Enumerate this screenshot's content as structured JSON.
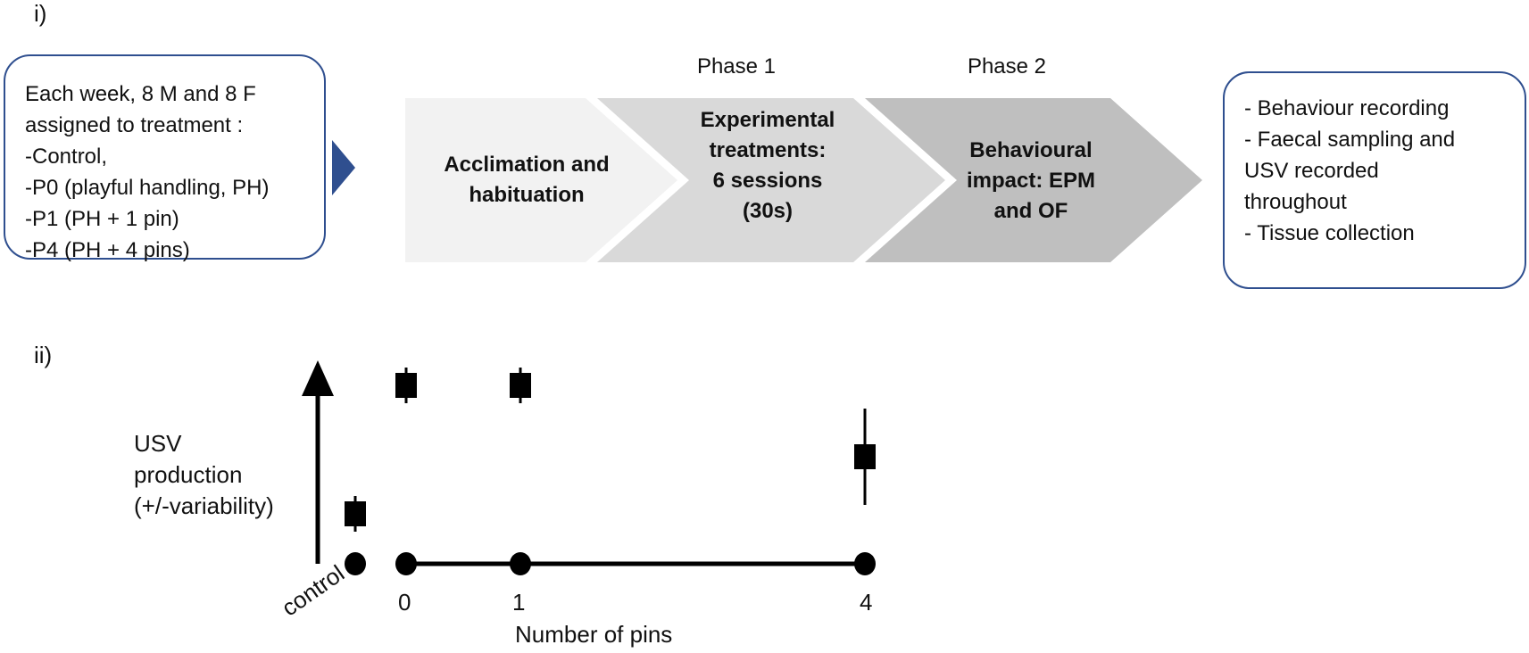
{
  "panel_i": {
    "label": "i)",
    "left_box": {
      "lines": [
        "Each week, 8 M and 8 F",
        "assigned to treatment :",
        "-Control,",
        "-P0 (playful handling, PH)",
        "-P1 (PH + 1 pin)",
        "-P4 (PH + 4 pins)"
      ]
    },
    "stages": [
      {
        "phase": "",
        "lines": [
          "Acclimation and",
          "habituation"
        ],
        "color": "#f2f2f2"
      },
      {
        "phase": "Phase 1",
        "lines": [
          "Experimental",
          "treatments:",
          "6 sessions",
          "(30s)"
        ],
        "color": "#d9d9d9"
      },
      {
        "phase": "Phase 2",
        "lines": [
          "Behavioural",
          "impact: EPM",
          "and OF"
        ],
        "color": "#bfbfbf"
      }
    ],
    "right_box": {
      "lines": [
        "- Behaviour recording",
        "- Faecal sampling and",
        "USV recorded",
        "throughout",
        "- Tissue collection"
      ]
    },
    "arrow_color": "#2f4f8f",
    "border_color": "#2f4f8f"
  },
  "panel_ii": {
    "label": "ii)",
    "ylabel_lines": [
      "USV",
      "production",
      "(+/-variability)"
    ],
    "xlabel": "Number of pins",
    "control_label": "control",
    "tick_labels": [
      "0",
      "1",
      "4"
    ]
  },
  "chart_data": {
    "type": "scatter",
    "title": "",
    "xlabel": "Number of pins",
    "ylabel": "USV production (+/-variability)",
    "categories": [
      "control",
      "0",
      "1",
      "4"
    ],
    "series": [
      {
        "marker": "square",
        "values": [
          0.28,
          1.0,
          1.0,
          0.6
        ],
        "error": [
          0.1,
          0.1,
          0.1,
          0.27
        ]
      },
      {
        "marker": "circle",
        "values": [
          0.0,
          0.0,
          0.0,
          0.0
        ],
        "connected": [
          false,
          true,
          true,
          true
        ]
      }
    ],
    "ylim": [
      -0.1,
      1.2
    ],
    "grid": false
  }
}
